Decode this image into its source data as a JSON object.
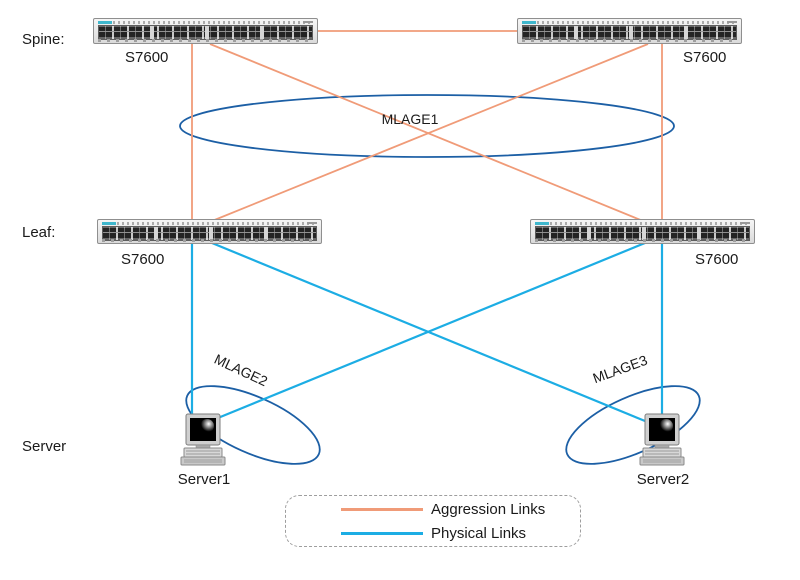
{
  "labels": {
    "spine_tier": "Spine:",
    "leaf_tier": "Leaf:",
    "server_tier": "Server",
    "spine_left_model": "S7600",
    "spine_right_model": "S7600",
    "leaf_left_model": "S7600",
    "leaf_right_model": "S7600",
    "server1": "Server1",
    "server2": "Server2",
    "mlage1": "MLAGE1",
    "mlage2": "MLAGE2",
    "mlage3": "MLAGE3"
  },
  "legend": {
    "aggression": "Aggression Links",
    "physical": "Physical Links"
  },
  "colors": {
    "aggression_link": "#F09B78",
    "physical_link": "#1CADE4",
    "group_ellipse": "#1C5FA5",
    "diagram_text": "#1A1A1A"
  },
  "topology": {
    "tiers": [
      "Spine",
      "Leaf",
      "Server"
    ],
    "nodes": [
      {
        "id": "spine-left",
        "type": "switch",
        "model": "S7600",
        "tier": "Spine"
      },
      {
        "id": "spine-right",
        "type": "switch",
        "model": "S7600",
        "tier": "Spine"
      },
      {
        "id": "leaf-left",
        "type": "switch",
        "model": "S7600",
        "tier": "Leaf"
      },
      {
        "id": "leaf-right",
        "type": "switch",
        "model": "S7600",
        "tier": "Leaf"
      },
      {
        "id": "server1",
        "type": "server",
        "label": "Server1",
        "tier": "Server"
      },
      {
        "id": "server2",
        "type": "server",
        "label": "Server2",
        "tier": "Server"
      }
    ],
    "aggression_links": [
      {
        "from": "spine-left",
        "to": "spine-right"
      },
      {
        "from": "spine-left",
        "to": "leaf-left"
      },
      {
        "from": "spine-left",
        "to": "leaf-right"
      },
      {
        "from": "spine-right",
        "to": "leaf-right"
      },
      {
        "from": "spine-right",
        "to": "leaf-left"
      }
    ],
    "physical_links": [
      {
        "from": "leaf-left",
        "to": "server1"
      },
      {
        "from": "leaf-left",
        "to": "server2"
      },
      {
        "from": "leaf-right",
        "to": "server2"
      },
      {
        "from": "leaf-right",
        "to": "server1"
      }
    ],
    "groups": [
      {
        "label": "MLAGE1",
        "around": "spine pair peer-links"
      },
      {
        "label": "MLAGE2",
        "around": "server1 uplinks"
      },
      {
        "label": "MLAGE3",
        "around": "server2 uplinks"
      }
    ]
  }
}
